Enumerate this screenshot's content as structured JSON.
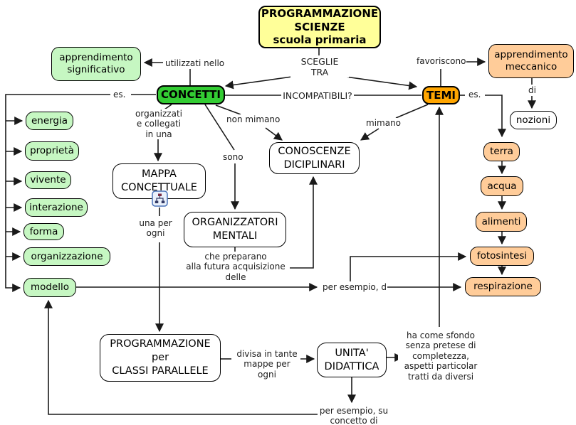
{
  "map": {
    "nodes": {
      "title": {
        "label": "PROGRAMMAZIONE\nSCIENZE\nscuola primaria"
      },
      "apprendimento_significativo": {
        "label": "apprendimento\nsignificativo"
      },
      "concetti": {
        "label": "CONCETTI"
      },
      "temi": {
        "label": "TEMI"
      },
      "apprendimento_meccanico": {
        "label": "apprendimento\nmeccanico"
      },
      "nozioni": {
        "label": "nozioni"
      },
      "energia": {
        "label": "energia"
      },
      "proprieta": {
        "label": "proprietà"
      },
      "vivente": {
        "label": "vivente"
      },
      "interazione": {
        "label": "interazione"
      },
      "forma": {
        "label": "forma"
      },
      "organizzazione": {
        "label": "organizzazione"
      },
      "modello": {
        "label": "modello"
      },
      "mappa_concettuale": {
        "label": "MAPPA\nCONCETTUALE"
      },
      "organizzatori_mentali": {
        "label": "ORGANIZZATORI\nMENTALI"
      },
      "conoscenze_diciplinari": {
        "label": "CONOSCENZE\nDICIPLINARI"
      },
      "terra": {
        "label": "terra"
      },
      "acqua": {
        "label": "acqua"
      },
      "alimenti": {
        "label": "alimenti"
      },
      "fotosintesi": {
        "label": "fotosintesi"
      },
      "respirazione": {
        "label": "respirazione"
      },
      "programmazione_classi": {
        "label": "PROGRAMMAZIONE\nper\nCLASSI PARALLELE"
      },
      "unita_didattica": {
        "label": "UNITA'\nDIDATTICA"
      }
    },
    "links": {
      "sceglie_tra": "SCEGLIE\nTRA",
      "incompatibili": "INCOMPATIBILI?",
      "utilizzati_nello": "utilizzati nello",
      "favoriscono": "favoriscono",
      "es_left": "es.",
      "es_right": "es.",
      "di": "di",
      "organizzati": "organizzati\ne collegati\nin una",
      "sono": "sono",
      "non_mimano": "non mimano",
      "mimano": "mimano",
      "una_per_ogni": "una per\nogni",
      "che_preparano": "che preparano\nalla futura acquisizione\ndelle",
      "per_esempio_d": "per esempio, d",
      "divisa": "divisa in tante\nmappe per ogni",
      "ha_come_sfondo": "ha come sfondo\nsenza pretese di\ncompletezza,\naspetti particolar\ntratti da diversi",
      "per_esempio_su": "per esempio, su\nconcetto di"
    },
    "icons": {
      "mappa_resource": "concept-map-icon"
    },
    "colors": {
      "title_bg": "#FFFF99",
      "concetti_bg": "#33CC33",
      "temi_bg": "#FFA500",
      "green_light_bg": "#C6F7C2",
      "peach_bg": "#FFCC99",
      "line": "#1a1a1a"
    }
  }
}
